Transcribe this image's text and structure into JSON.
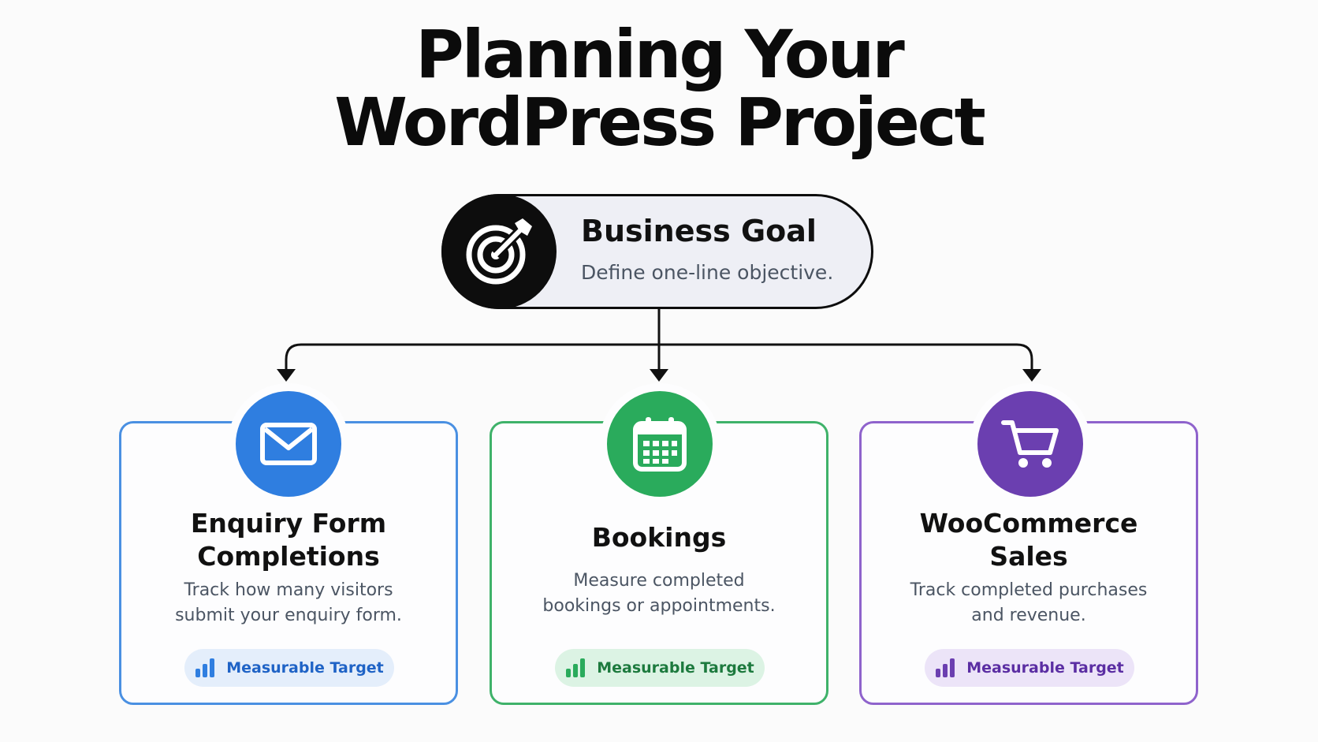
{
  "title": {
    "line1": "Planning Your",
    "line2": "WordPress Project"
  },
  "goal": {
    "title": "Business Goal",
    "subtitle": "Define one-line objective.",
    "icon": "target-arrow-icon"
  },
  "cards": [
    {
      "title_line1": "Enquiry Form",
      "title_line2": "Completions",
      "desc_line1": "Track how many visitors",
      "desc_line2": "submit your enquiry form.",
      "pill_label": "Measurable Target",
      "icon": "envelope-icon",
      "color": "#2f7ee0"
    },
    {
      "title_line1": "Bookings",
      "desc_line1": "Measure completed",
      "desc_line2": "bookings or appointments.",
      "pill_label": "Measurable Target",
      "icon": "calendar-icon",
      "color": "#2aab5c"
    },
    {
      "title_line1": "WooCommerce",
      "title_line2": "Sales",
      "desc_line1": "Track completed purchases",
      "desc_line2": "and revenue.",
      "pill_label": "Measurable Target",
      "icon": "shopping-cart-icon",
      "color": "#6b3fb0"
    }
  ]
}
